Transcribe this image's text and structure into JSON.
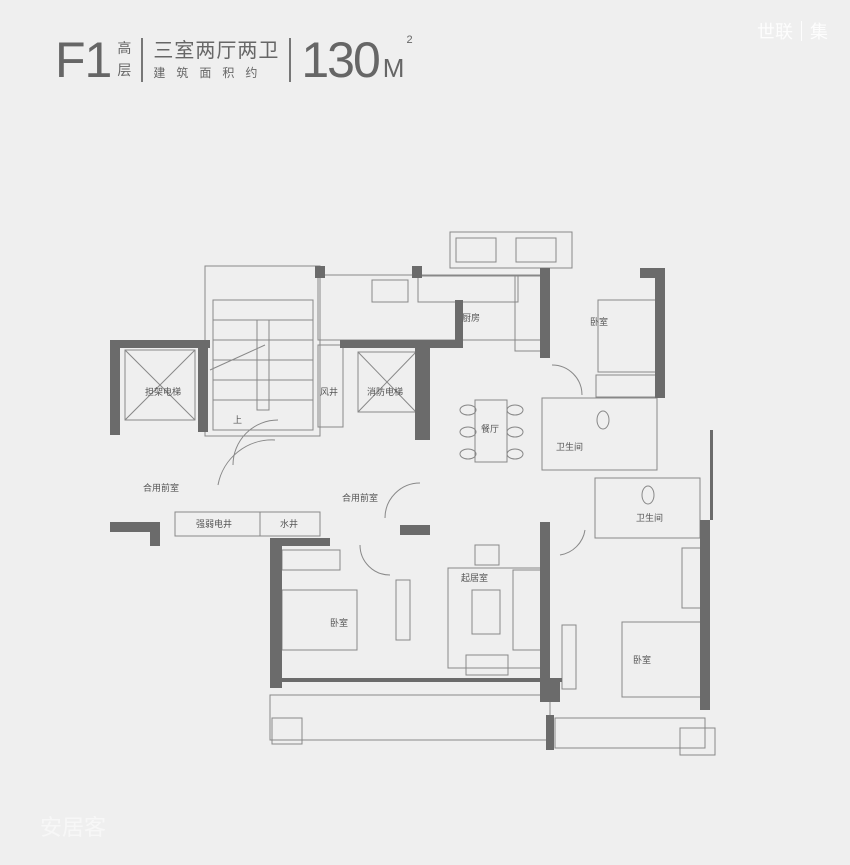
{
  "header": {
    "unit_code": "F1",
    "building_type": [
      "高",
      "层"
    ],
    "layout": "三室两厅两卫",
    "area_label": "建筑面积约",
    "area_value": "130",
    "area_unit": "M",
    "area_unit_sup": "2"
  },
  "logo": {
    "brand": "世联",
    "sub": "集"
  },
  "watermark": "安居客",
  "rooms": {
    "kitchen": "厨房",
    "bedroom_ne": "卧室",
    "bath_1": "卫生间",
    "bath_2": "卫生间",
    "dining": "餐厅",
    "air_shaft": "风井",
    "fire_elevator": "消防电梯",
    "stretcher_elevator": "担架电梯",
    "stair_up": "上",
    "lobby_left": "合用前室",
    "lobby_right": "合用前室",
    "electric_shaft": "强弱电井",
    "water_shaft": "水井",
    "living": "起居室",
    "bedroom_sw": "卧室",
    "bedroom_se": "卧室"
  }
}
